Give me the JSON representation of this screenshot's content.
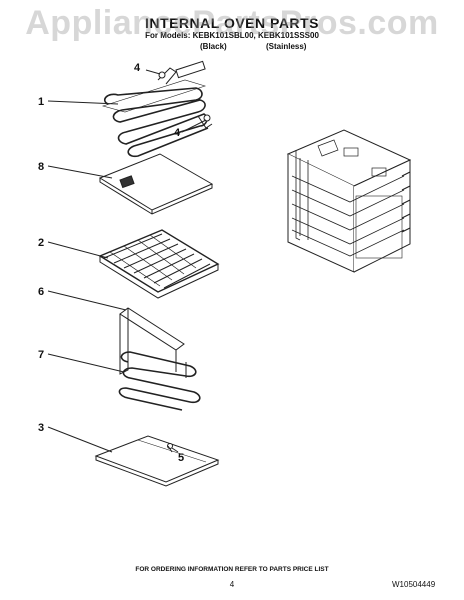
{
  "header": {
    "watermark": "AppliancePartsPros.com",
    "title": "INTERNAL OVEN PARTS",
    "models": "For Models: KEBK101SBL00, KEBK101SSS00",
    "finish_black": "(Black)",
    "finish_stainless": "(Stainless)"
  },
  "callouts": {
    "c1": "1",
    "c2": "2",
    "c3": "3",
    "c4a": "4",
    "c4b": "4",
    "c5": "5",
    "c6": "6",
    "c7": "7",
    "c8": "8"
  },
  "footer": {
    "ordering_note": "FOR ORDERING INFORMATION REFER TO PARTS PRICE LIST",
    "page_number": "4",
    "document_number": "W10504449"
  }
}
